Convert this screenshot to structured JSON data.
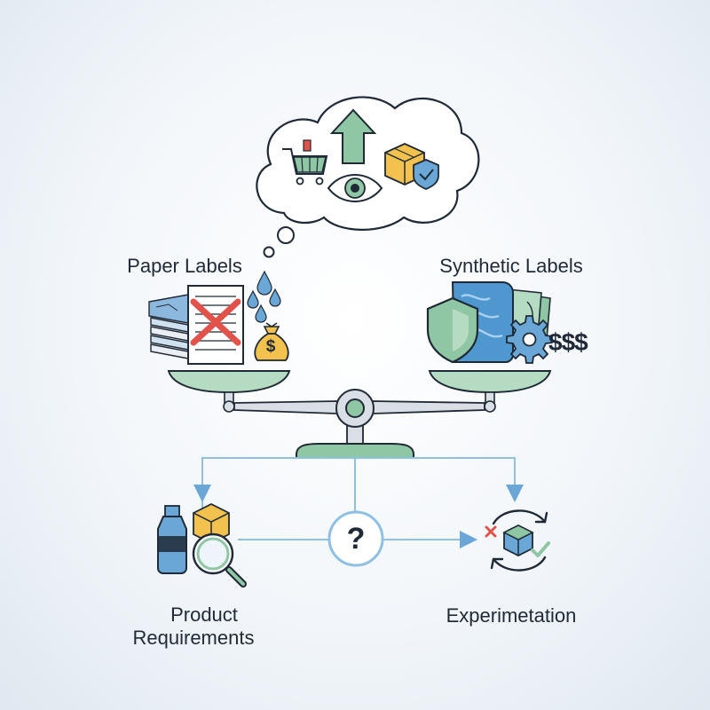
{
  "labels": {
    "paper": "Paper Labels",
    "synthetic": "Synthetic Labels",
    "product_line1": "Product",
    "product_line2": "Requirements",
    "experimentation": "Experimetation",
    "cost": "$$$",
    "question": "?",
    "money_bag_symbol": "$"
  },
  "icons": {
    "thought_cloud": [
      "shopping-cart-icon",
      "up-arrow-icon",
      "package-shield-icon",
      "eye-icon"
    ],
    "paper_side": [
      "paper-stack-icon",
      "crossed-document-icon",
      "water-drops-icon",
      "money-bag-icon"
    ],
    "synthetic_side": [
      "shield-icon",
      "synthetic-sheet-icon",
      "banknotes-icon",
      "gear-icon"
    ],
    "bottom": [
      "bottle-icon",
      "box-icon",
      "magnifier-icon",
      "question-icon",
      "cycle-arrows-icon",
      "cube-icon",
      "cross-icon",
      "check-icon"
    ]
  },
  "colors": {
    "green": "#8fc6a3",
    "blue": "#6aa7d6",
    "yellow": "#f2c14e",
    "red": "#e0524a",
    "outline": "#1f2a36",
    "connector": "#8fbfe3"
  }
}
